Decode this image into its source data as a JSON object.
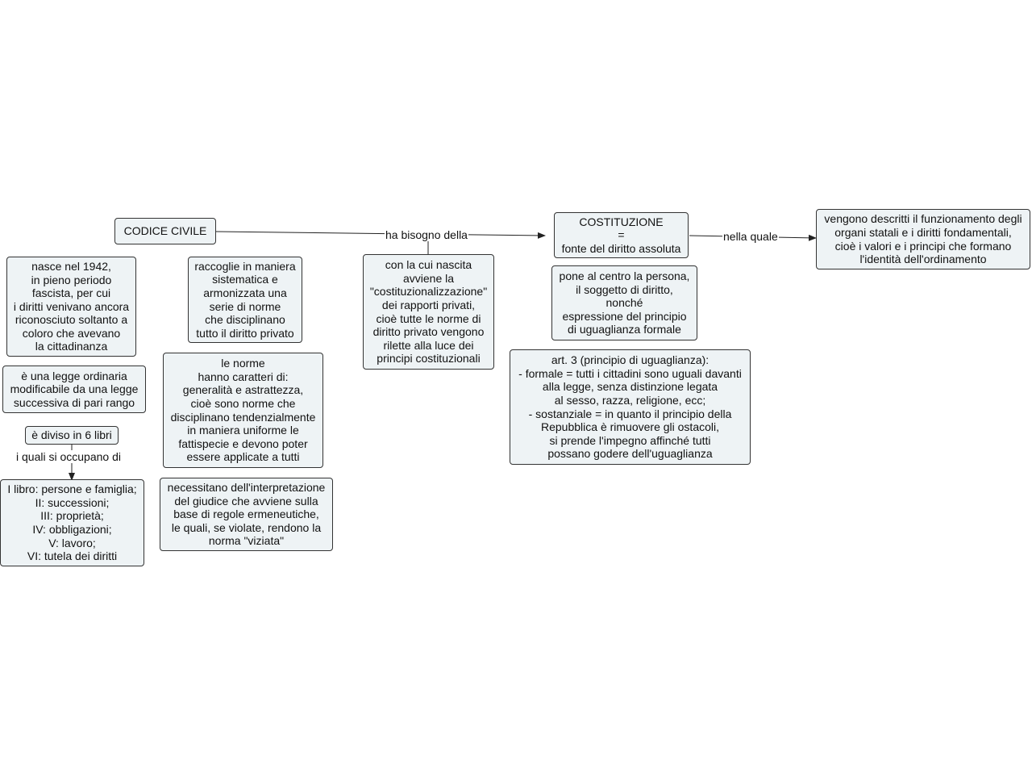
{
  "nodes": {
    "codice_civile": "CODICE CIVILE",
    "costituzione": "COSTITUZIONE\n=\nfonte del diritto assoluta",
    "vengono_descritti": "vengono descritti il funzionamento degli\norgani statali e i diritti fondamentali,\ncioè i valori e i principi che formano\nl'identità dell'ordinamento",
    "nasce_1942": "nasce nel 1942,\nin pieno periodo\nfascista, per cui\ni diritti venivano ancora\nriconosciuto soltanto a\ncoloro che avevano\nla cittadinanza",
    "legge_ordinaria": "è una legge ordinaria\nmodificabile da una legge\nsuccessiva di pari rango",
    "diviso_6_libri": "è diviso in 6 libri",
    "libri": "I libro: persone e famiglia;\nII: successioni;\nIII: proprietà;\nIV: obbligazioni;\nV: lavoro;\nVI: tutela dei diritti",
    "raccoglie": "raccoglie in maniera\nsistematica e\narmonizzata una\nserie di norme\nche disciplinano\ntutto il diritto privato",
    "le_norme": "le norme\nhanno caratteri di:\ngeneralità e astrattezza,\ncioè sono norme che\ndisciplinano tendenzialmente\nin maniera uniforme le\nfattispecie e devono poter\nessere applicate a tutti",
    "interpretazione": "necessitano dell'interpretazione\ndel giudice che avviene sulla\nbase di regole ermeneutiche,\nle quali, se violate, rendono la\nnorma \"viziata\"",
    "costituzionalizzazione": "con la cui nascita\navviene la\n\"costituzionalizzazione\"\ndei rapporti privati,\ncioè tutte le norme di\ndiritto privato vengono\nrilette alla luce dei\nprincipi costituzionali",
    "persona": "pone al centro la persona,\nil soggetto di diritto,\nnonché\nespressione del principio\ndi uguaglianza formale",
    "art3": "art. 3 (principio di uguaglianza):\n- formale = tutti i cittadini sono uguali davanti\nalla legge, senza distinzione legata\nal sesso, razza, religione, ecc;\n- sostanziale = in quanto il principio della\nRepubblica è rimuovere gli ostacoli,\nsi prende l'impegno affinché tutti\npossano godere dell'uguaglianza"
  },
  "links": {
    "ha_bisogno": "ha bisogno della",
    "nella_quale": "nella quale",
    "quali_occupano": "i quali si occupano di"
  },
  "colors": {
    "node_fill": "#eef3f5",
    "node_border": "#333333",
    "edge": "#222222"
  }
}
